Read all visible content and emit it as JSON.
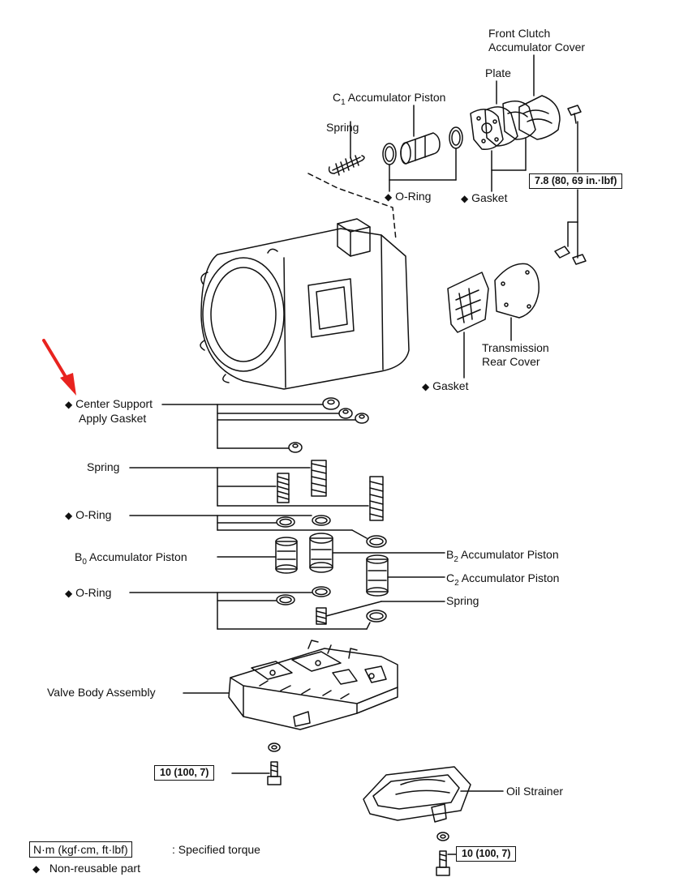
{
  "labels": {
    "front_clutch_cover_1": "Front Clutch",
    "front_clutch_cover_2": "Accumulator Cover",
    "plate": "Plate",
    "c1_piston_pre": "C",
    "c1_piston_sub": "1",
    "c1_piston_post": " Accumulator Piston",
    "spring_top": "Spring",
    "oring_top": "O-Ring",
    "gasket_top": "Gasket",
    "torque_cover": "7.8 (80, 69 in.·lbf)",
    "transmission_rear_cover_1": "Transmission",
    "transmission_rear_cover_2": "Rear Cover",
    "gasket_rear": "Gasket",
    "center_support_1": "Center Support",
    "center_support_2": "Apply Gasket",
    "spring_mid": "Spring",
    "oring_mid": "O-Ring",
    "b0_piston_pre": "B",
    "b0_piston_sub": "0",
    "b0_piston_post": " Accumulator Piston",
    "b2_piston_pre": "B",
    "b2_piston_sub": "2",
    "b2_piston_post": " Accumulator Piston",
    "c2_piston_pre": "C",
    "c2_piston_sub": "2",
    "c2_piston_post": " Accumulator Piston",
    "oring_low": "O-Ring",
    "spring_low": "Spring",
    "valve_body": "Valve Body Assembly",
    "torque_valve": "10 (100, 7)",
    "oil_strainer": "Oil Strainer",
    "torque_strainer": "10 (100, 7)"
  },
  "legend": {
    "torque_units": "N·m (kgf·cm, ft·lbf)",
    "torque_desc": ": Specified torque",
    "nonreusable_desc": "Non-reusable part",
    "diamond": "◆"
  },
  "colors": {
    "ink": "#111111",
    "arrow": "#e8231f"
  }
}
